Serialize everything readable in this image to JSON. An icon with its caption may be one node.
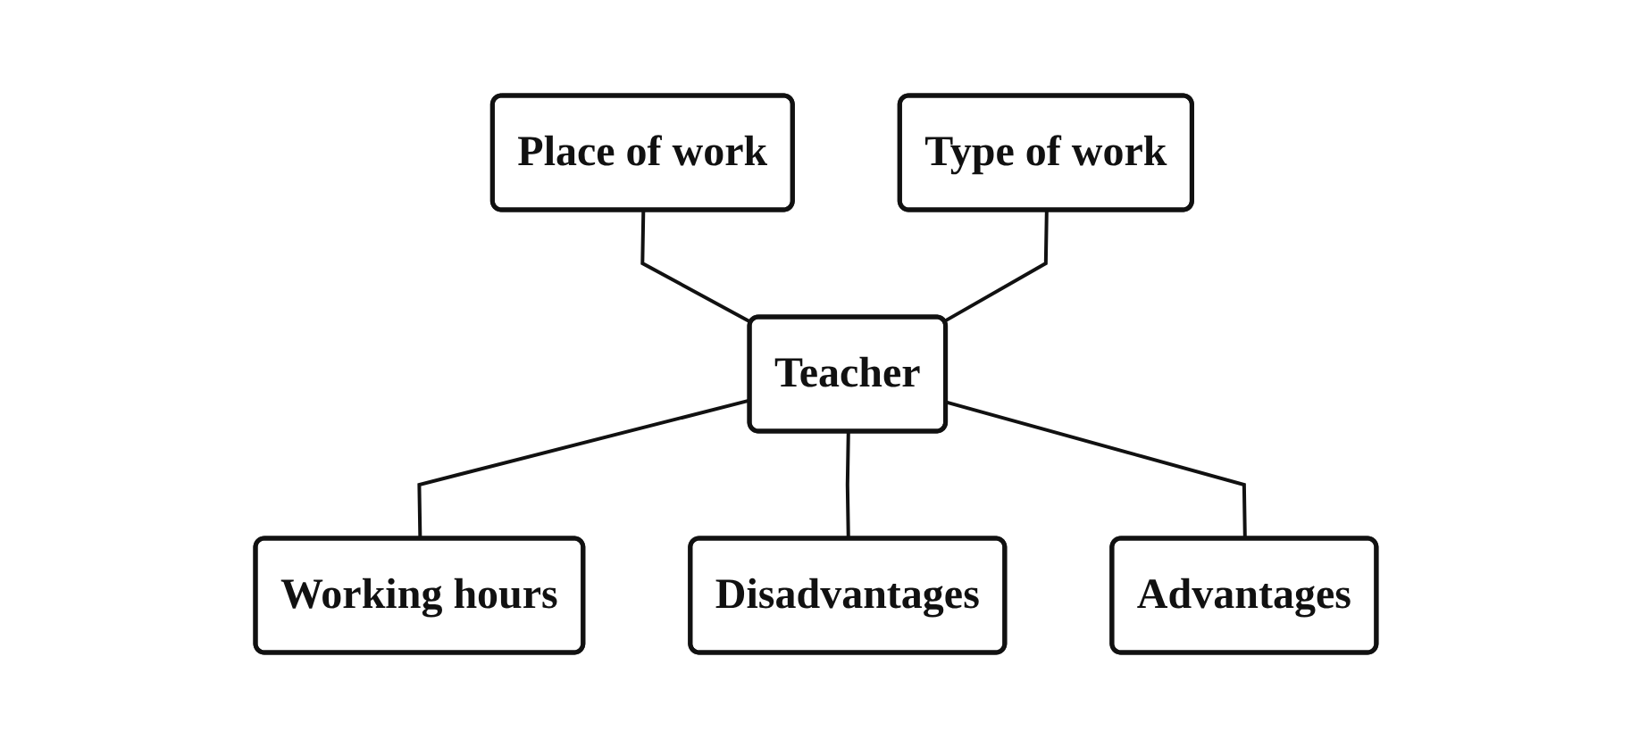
{
  "diagram": {
    "nodes": [
      {
        "text": [
          "Place of work"
        ]
      },
      {
        "text": [
          "Type of work"
        ]
      },
      {
        "text": [
          "Teacher"
        ]
      },
      {
        "text": [
          "Working hours"
        ]
      },
      {
        "text": [
          "Disadvantages"
        ]
      },
      {
        "text": [
          "Advantages"
        ]
      }
    ],
    "edges": [
      {
        "from": 0,
        "to": 2,
        "arrow": "none"
      },
      {
        "from": 1,
        "to": 2,
        "arrow": "none"
      },
      {
        "from": 2,
        "to": 3,
        "arrow": "none"
      },
      {
        "from": 2,
        "to": 4,
        "arrow": "none"
      },
      {
        "from": 2,
        "to": 5,
        "arrow": "none"
      }
    ]
  }
}
